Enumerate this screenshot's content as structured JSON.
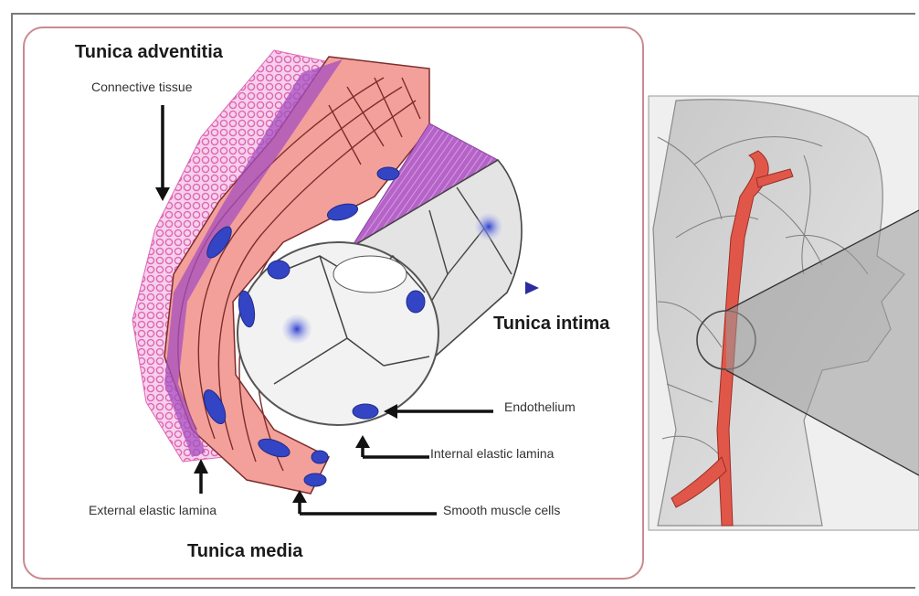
{
  "labels": {
    "tunica_adventitia": "Tunica adventitia",
    "connective_tissue": "Connective tissue",
    "tunica_intima": "Tunica intima",
    "endothelium": "Endothelium",
    "internal_elastic_lamina": "Internal elastic lamina",
    "smooth_muscle_cells": "Smooth muscle cells",
    "external_elastic_lamina": "External elastic lamina",
    "tunica_media": "Tunica media"
  },
  "colors": {
    "adventitia_pink": "#e879c9",
    "media_salmon": "#f4a09a",
    "intima_purple": "#b366c4",
    "nucleus_blue": "#3345c4",
    "artery_red": "#e0574a",
    "frame_rose": "#c98a90"
  }
}
